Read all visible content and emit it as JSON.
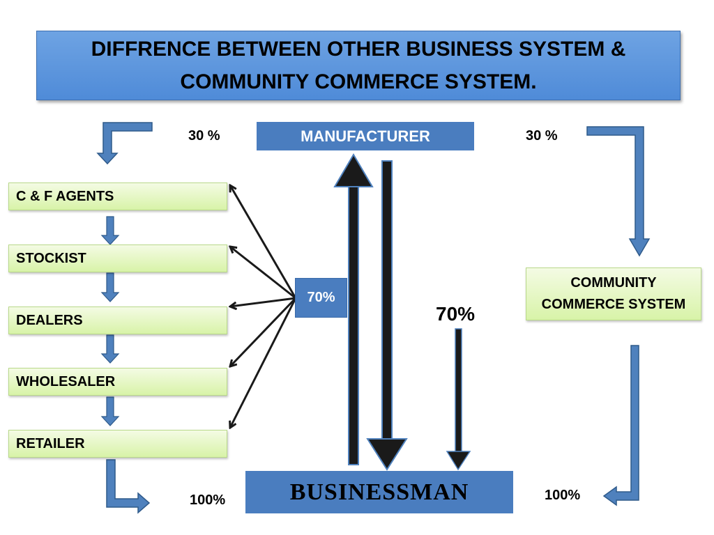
{
  "title": {
    "line1": "DIFFRENCE BETWEEN OTHER BUSINESS SYSTEM &",
    "line2": "COMMUNITY COMMERCE SYSTEM."
  },
  "manufacturer": "MANUFACTURER",
  "businessman": "BUSINESSMAN",
  "chain": [
    {
      "label": "C & F AGENTS"
    },
    {
      "label": "STOCKIST"
    },
    {
      "label": "DEALERS"
    },
    {
      "label": "WHOLESALER"
    },
    {
      "label": "RETAILER"
    }
  ],
  "percentages": {
    "left_top": "30 %",
    "right_top": "30 %",
    "center_box": "70%",
    "center_right": "70%",
    "bottom_left": "100%",
    "bottom_right": "100%"
  },
  "community": {
    "line1": "COMMUNITY",
    "line2": "COMMERCE SYSTEM"
  },
  "colors": {
    "title_bg": "#5b95dc",
    "box_blue": "#4a7dbf",
    "box_green": "#d8f3a8",
    "arrow_blue": "#4f81bd",
    "arrow_outline": "#2f5a8a"
  }
}
